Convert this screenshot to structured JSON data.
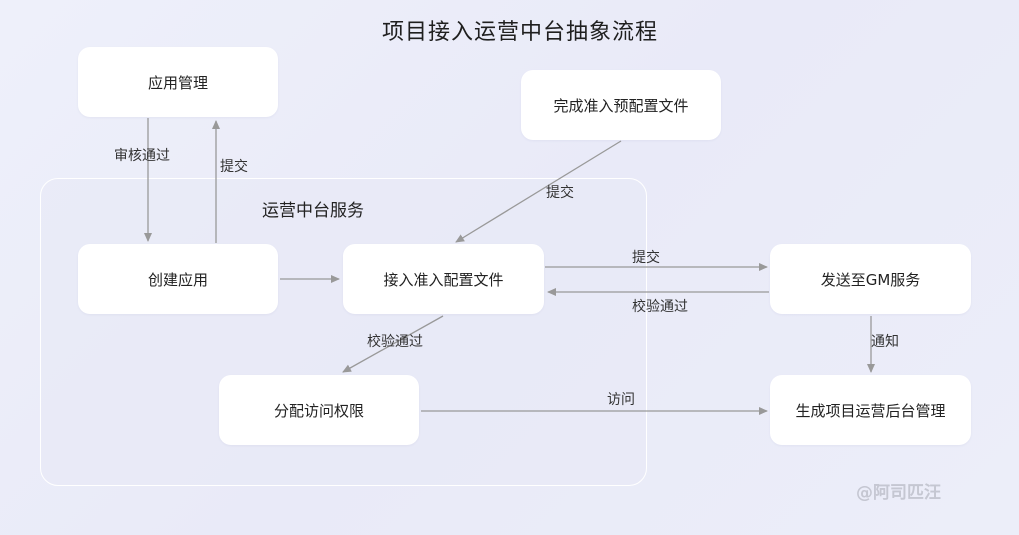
{
  "title": "项目接入运营中台抽象流程",
  "group": {
    "label": "运营中台服务"
  },
  "nodes": {
    "app_mgmt": "应用管理",
    "preconfig": "完成准入预配置文件",
    "create_app": "创建应用",
    "access_config": "接入准入配置文件",
    "gm_service": "发送至GM服务",
    "assign_perm": "分配访问权限",
    "backend_mgmt": "生成项目运营后台管理"
  },
  "edges": {
    "approve": "审核通过",
    "submit_left": "提交",
    "submit_top": "提交",
    "submit_right": "提交",
    "verify_back": "校验通过",
    "verify_down": "校验通过",
    "notify": "通知",
    "visit": "访问"
  },
  "watermark": "@阿司匹汪",
  "colors": {
    "edge": "#999999",
    "node_bg": "#ffffff",
    "background": "#eceef9"
  }
}
